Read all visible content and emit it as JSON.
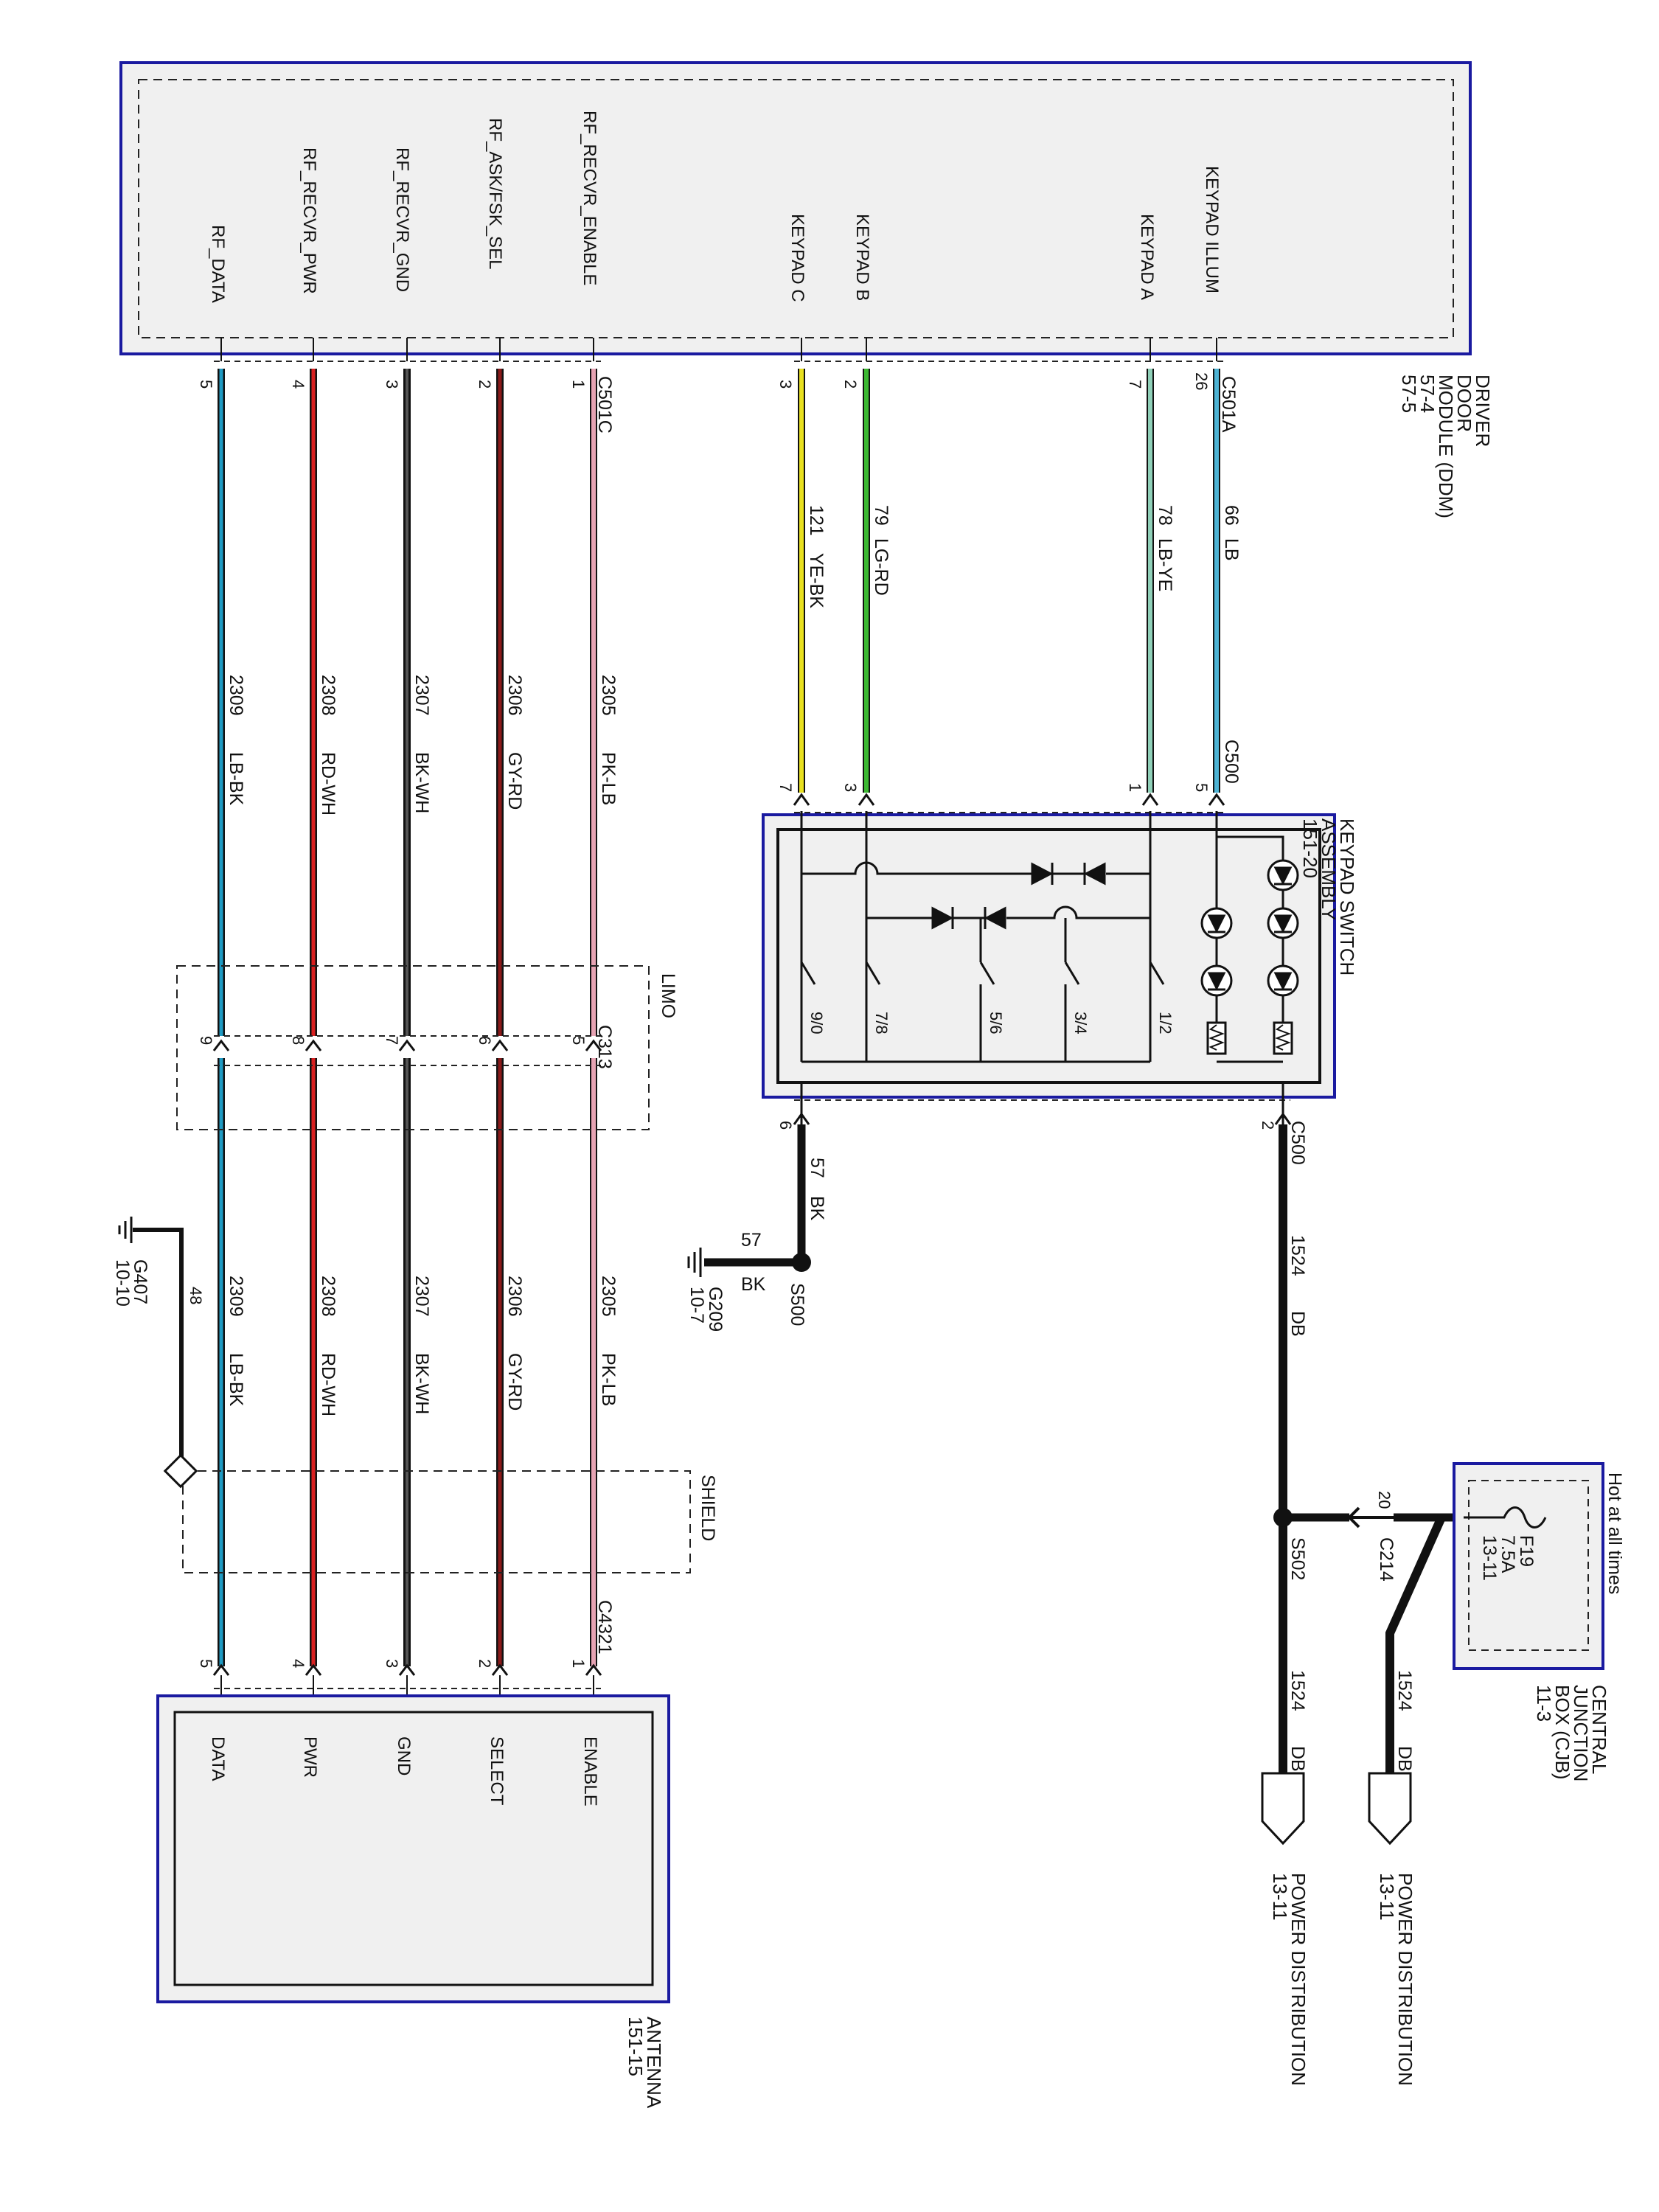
{
  "ddm": {
    "title_lines": [
      "DRIVER",
      "DOOR",
      "MODULE (DDM)",
      "57-4",
      "57-5"
    ],
    "pins": [
      "RF_DATA",
      "RF_RECVR_PWR",
      "RF_RECVR_GND",
      "RF_ASK/FSK_SEL",
      "RF_RECVR_ENABLE",
      "KEYPAD C",
      "KEYPAD B",
      "KEYPAD A",
      "KEYPAD ILLUM"
    ],
    "connectors": {
      "c501c": "C501C",
      "c501a": "C501A"
    }
  },
  "rf_circuits": [
    {
      "ddm_pin": "5",
      "circuit": "2309",
      "color": "LB-BK",
      "c313_pin": "9",
      "c4321_pin": "5",
      "antenna_pin": "DATA",
      "stroke": "#1f9bc4"
    },
    {
      "ddm_pin": "4",
      "circuit": "2308",
      "color": "RD-WH",
      "c313_pin": "8",
      "c4321_pin": "4",
      "antenna_pin": "PWR",
      "stroke": "#d92020"
    },
    {
      "ddm_pin": "3",
      "circuit": "2307",
      "color": "BK-WH",
      "c313_pin": "7",
      "c4321_pin": "3",
      "antenna_pin": "GND",
      "stroke": "#333333"
    },
    {
      "ddm_pin": "2",
      "circuit": "2306",
      "color": "GY-RD",
      "c313_pin": "6",
      "c4321_pin": "2",
      "antenna_pin": "SELECT",
      "stroke": "#8b1a1a"
    },
    {
      "ddm_pin": "1",
      "circuit": "2305",
      "color": "PK-LB",
      "c313_pin": "5",
      "c4321_pin": "1",
      "antenna_pin": "ENABLE",
      "stroke": "#e6a3b3"
    }
  ],
  "keypad_circuits": [
    {
      "ddm_pin": "3",
      "circuit": "121",
      "color": "YE-BK",
      "c500_pin": "7",
      "stroke": "#e8e020"
    },
    {
      "ddm_pin": "2",
      "circuit": "79",
      "color": "LG-RD",
      "c500_pin": "3",
      "stroke": "#3cb832"
    },
    {
      "ddm_pin": "7",
      "circuit": "78",
      "color": "LB-YE",
      "c500_pin": "1",
      "stroke": "#8fd0b8"
    },
    {
      "ddm_pin": "26",
      "circuit": "66",
      "color": "LB",
      "c500_pin": "5",
      "stroke": "#4db3d4"
    }
  ],
  "connectors": {
    "c500": "C500",
    "c313": "C313",
    "c4321": "C4321",
    "c214": "C214"
  },
  "limo_label": "LIMO",
  "shield_label": "SHIELD",
  "keypad": {
    "title_lines": [
      "KEYPAD SWITCH",
      "ASSEMBLY",
      "151-20"
    ],
    "switch_labels": [
      "9/0",
      "7/8",
      "5/6",
      "3/4",
      "1/2"
    ],
    "out_pins": {
      "ground": "6",
      "power": "2"
    }
  },
  "ground_circuit": {
    "circuit": "57",
    "color": "BK"
  },
  "s500": "S500",
  "g209": [
    "G209",
    "10-7"
  ],
  "g407": [
    "G407",
    "10-10"
  ],
  "drain_pin": "48",
  "power": {
    "circuit": "1524",
    "color": "DB",
    "s502": "S502",
    "c214_pin": "20"
  },
  "cjb": {
    "header": "Hot at all times",
    "fuse_lines": [
      "F19",
      "7.5A",
      "13-11"
    ],
    "title_lines": [
      "CENTRAL",
      "JUNCTION",
      "BOX (CJB)",
      "11-3"
    ]
  },
  "power_dist": {
    "label": "POWER DISTRIBUTION",
    "ref": "13-11"
  },
  "antenna": {
    "title_lines": [
      "ANTENNA",
      "151-15"
    ]
  }
}
